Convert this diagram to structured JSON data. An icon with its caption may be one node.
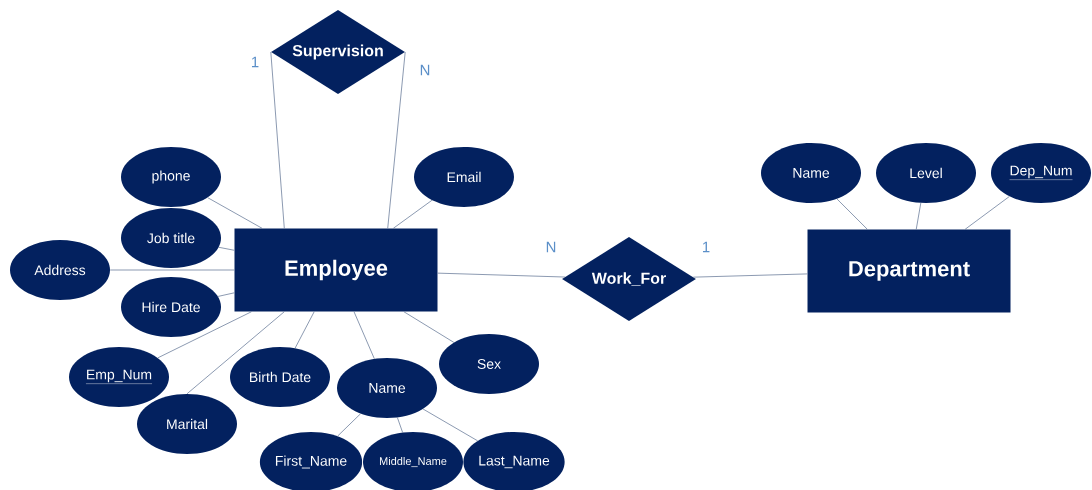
{
  "diagram": {
    "nodes": [
      {
        "text": [
          "Supervision"
        ]
      },
      {
        "text": [
          "Employee"
        ]
      },
      {
        "text": [
          "phone"
        ]
      },
      {
        "text": [
          "Email"
        ]
      },
      {
        "text": [
          "Job title"
        ]
      },
      {
        "text": [
          "Address"
        ]
      },
      {
        "text": [
          "Hire Date"
        ]
      },
      {
        "text": [
          "Emp_Num"
        ]
      },
      {
        "text": [
          "Marital"
        ]
      },
      {
        "text": [
          "Birth Date"
        ]
      },
      {
        "text": [
          "Name"
        ]
      },
      {
        "text": [
          "Sex"
        ]
      },
      {
        "text": [
          "First_Name"
        ]
      },
      {
        "text": [
          "Middle_Name"
        ]
      },
      {
        "text": [
          "Last_Name"
        ]
      },
      {
        "text": [
          "Work_For"
        ]
      },
      {
        "text": [
          "Department"
        ]
      },
      {
        "text": [
          "Name"
        ]
      },
      {
        "text": [
          "Level"
        ]
      },
      {
        "text": [
          "Dep_Num"
        ]
      }
    ],
    "edges": [
      {
        "from": 0,
        "to": 1,
        "arrow": "none",
        "label": "1"
      },
      {
        "from": 0,
        "to": 1,
        "arrow": "none",
        "label": "N"
      },
      {
        "from": 2,
        "to": 1,
        "arrow": "none"
      },
      {
        "from": 3,
        "to": 1,
        "arrow": "none"
      },
      {
        "from": 4,
        "to": 1,
        "arrow": "none"
      },
      {
        "from": 5,
        "to": 1,
        "arrow": "none"
      },
      {
        "from": 6,
        "to": 1,
        "arrow": "none"
      },
      {
        "from": 7,
        "to": 1,
        "arrow": "none"
      },
      {
        "from": 8,
        "to": 1,
        "arrow": "none"
      },
      {
        "from": 9,
        "to": 1,
        "arrow": "none"
      },
      {
        "from": 10,
        "to": 1,
        "arrow": "none"
      },
      {
        "from": 11,
        "to": 1,
        "arrow": "none"
      },
      {
        "from": 12,
        "to": 10,
        "arrow": "none"
      },
      {
        "from": 13,
        "to": 10,
        "arrow": "none"
      },
      {
        "from": 14,
        "to": 10,
        "arrow": "none"
      },
      {
        "from": 1,
        "to": 15,
        "arrow": "none",
        "label": "N"
      },
      {
        "from": 15,
        "to": 16,
        "arrow": "none",
        "label": "1"
      },
      {
        "from": 17,
        "to": 16,
        "arrow": "none"
      },
      {
        "from": 18,
        "to": 16,
        "arrow": "none"
      },
      {
        "from": 19,
        "to": 16,
        "arrow": "none"
      }
    ]
  }
}
